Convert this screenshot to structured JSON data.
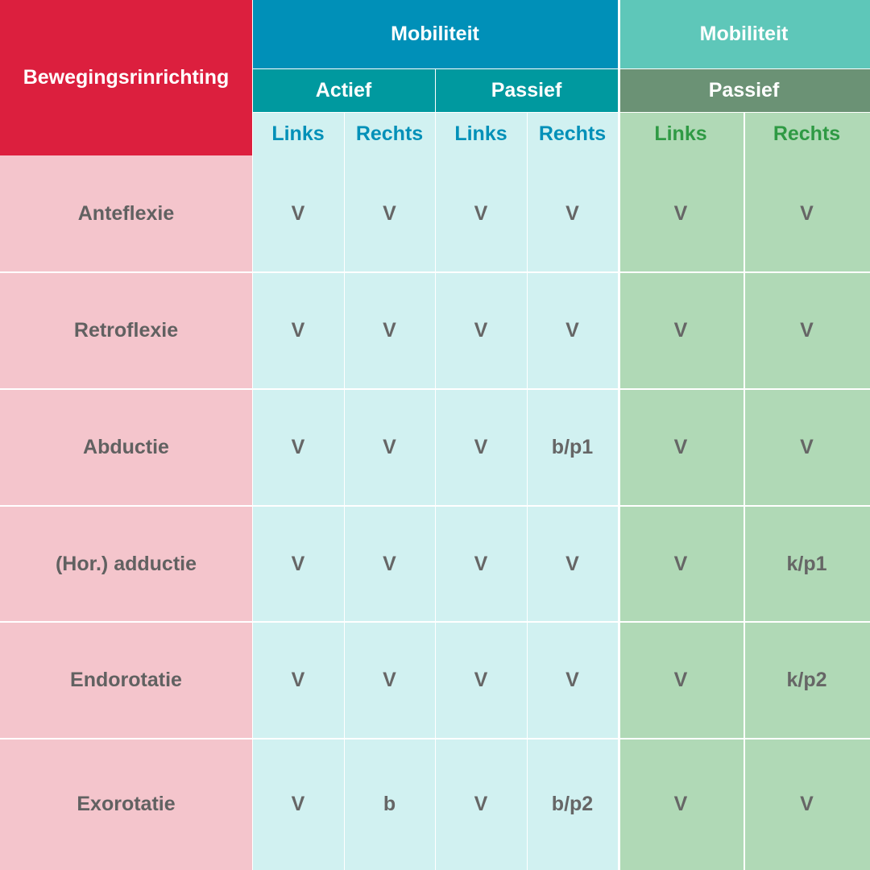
{
  "header": {
    "corner": "Bewegingsrinrichting",
    "group_left": "Mobiliteit",
    "group_right": "Mobiliteit",
    "sub_actief": "Actief",
    "sub_passief_left": "Passief",
    "sub_passief_right": "Passief",
    "sides": [
      "Links",
      "Rechts",
      "Links",
      "Rechts",
      "Links",
      "Rechts"
    ]
  },
  "rows": [
    {
      "label": "Anteflexie",
      "values": [
        "V",
        "V",
        "V",
        "V",
        "V",
        "V"
      ]
    },
    {
      "label": "Retroflexie",
      "values": [
        "V",
        "V",
        "V",
        "V",
        "V",
        "V"
      ]
    },
    {
      "label": "Abductie",
      "values": [
        "V",
        "V",
        "V",
        "b/p1",
        "V",
        "V"
      ]
    },
    {
      "label": "(Hor.) adductie",
      "values": [
        "V",
        "V",
        "V",
        "V",
        "V",
        "k/p1"
      ]
    },
    {
      "label": "Endorotatie",
      "values": [
        "V",
        "V",
        "V",
        "V",
        "V",
        "k/p2"
      ]
    },
    {
      "label": "Exorotatie",
      "values": [
        "V",
        "b",
        "V",
        "b/p2",
        "V",
        "V"
      ]
    }
  ],
  "colors": {
    "label_header": "#dc1f3e",
    "mobiliteit_left": "#0090b8",
    "mobiliteit_right": "#5ec7b9",
    "actief_passief_left": "#00999f",
    "passief_right": "#6b9275",
    "cells_left": "#d1f1f1",
    "cells_right": "#b0d9b6",
    "row_labels": "#f4c5cc"
  }
}
